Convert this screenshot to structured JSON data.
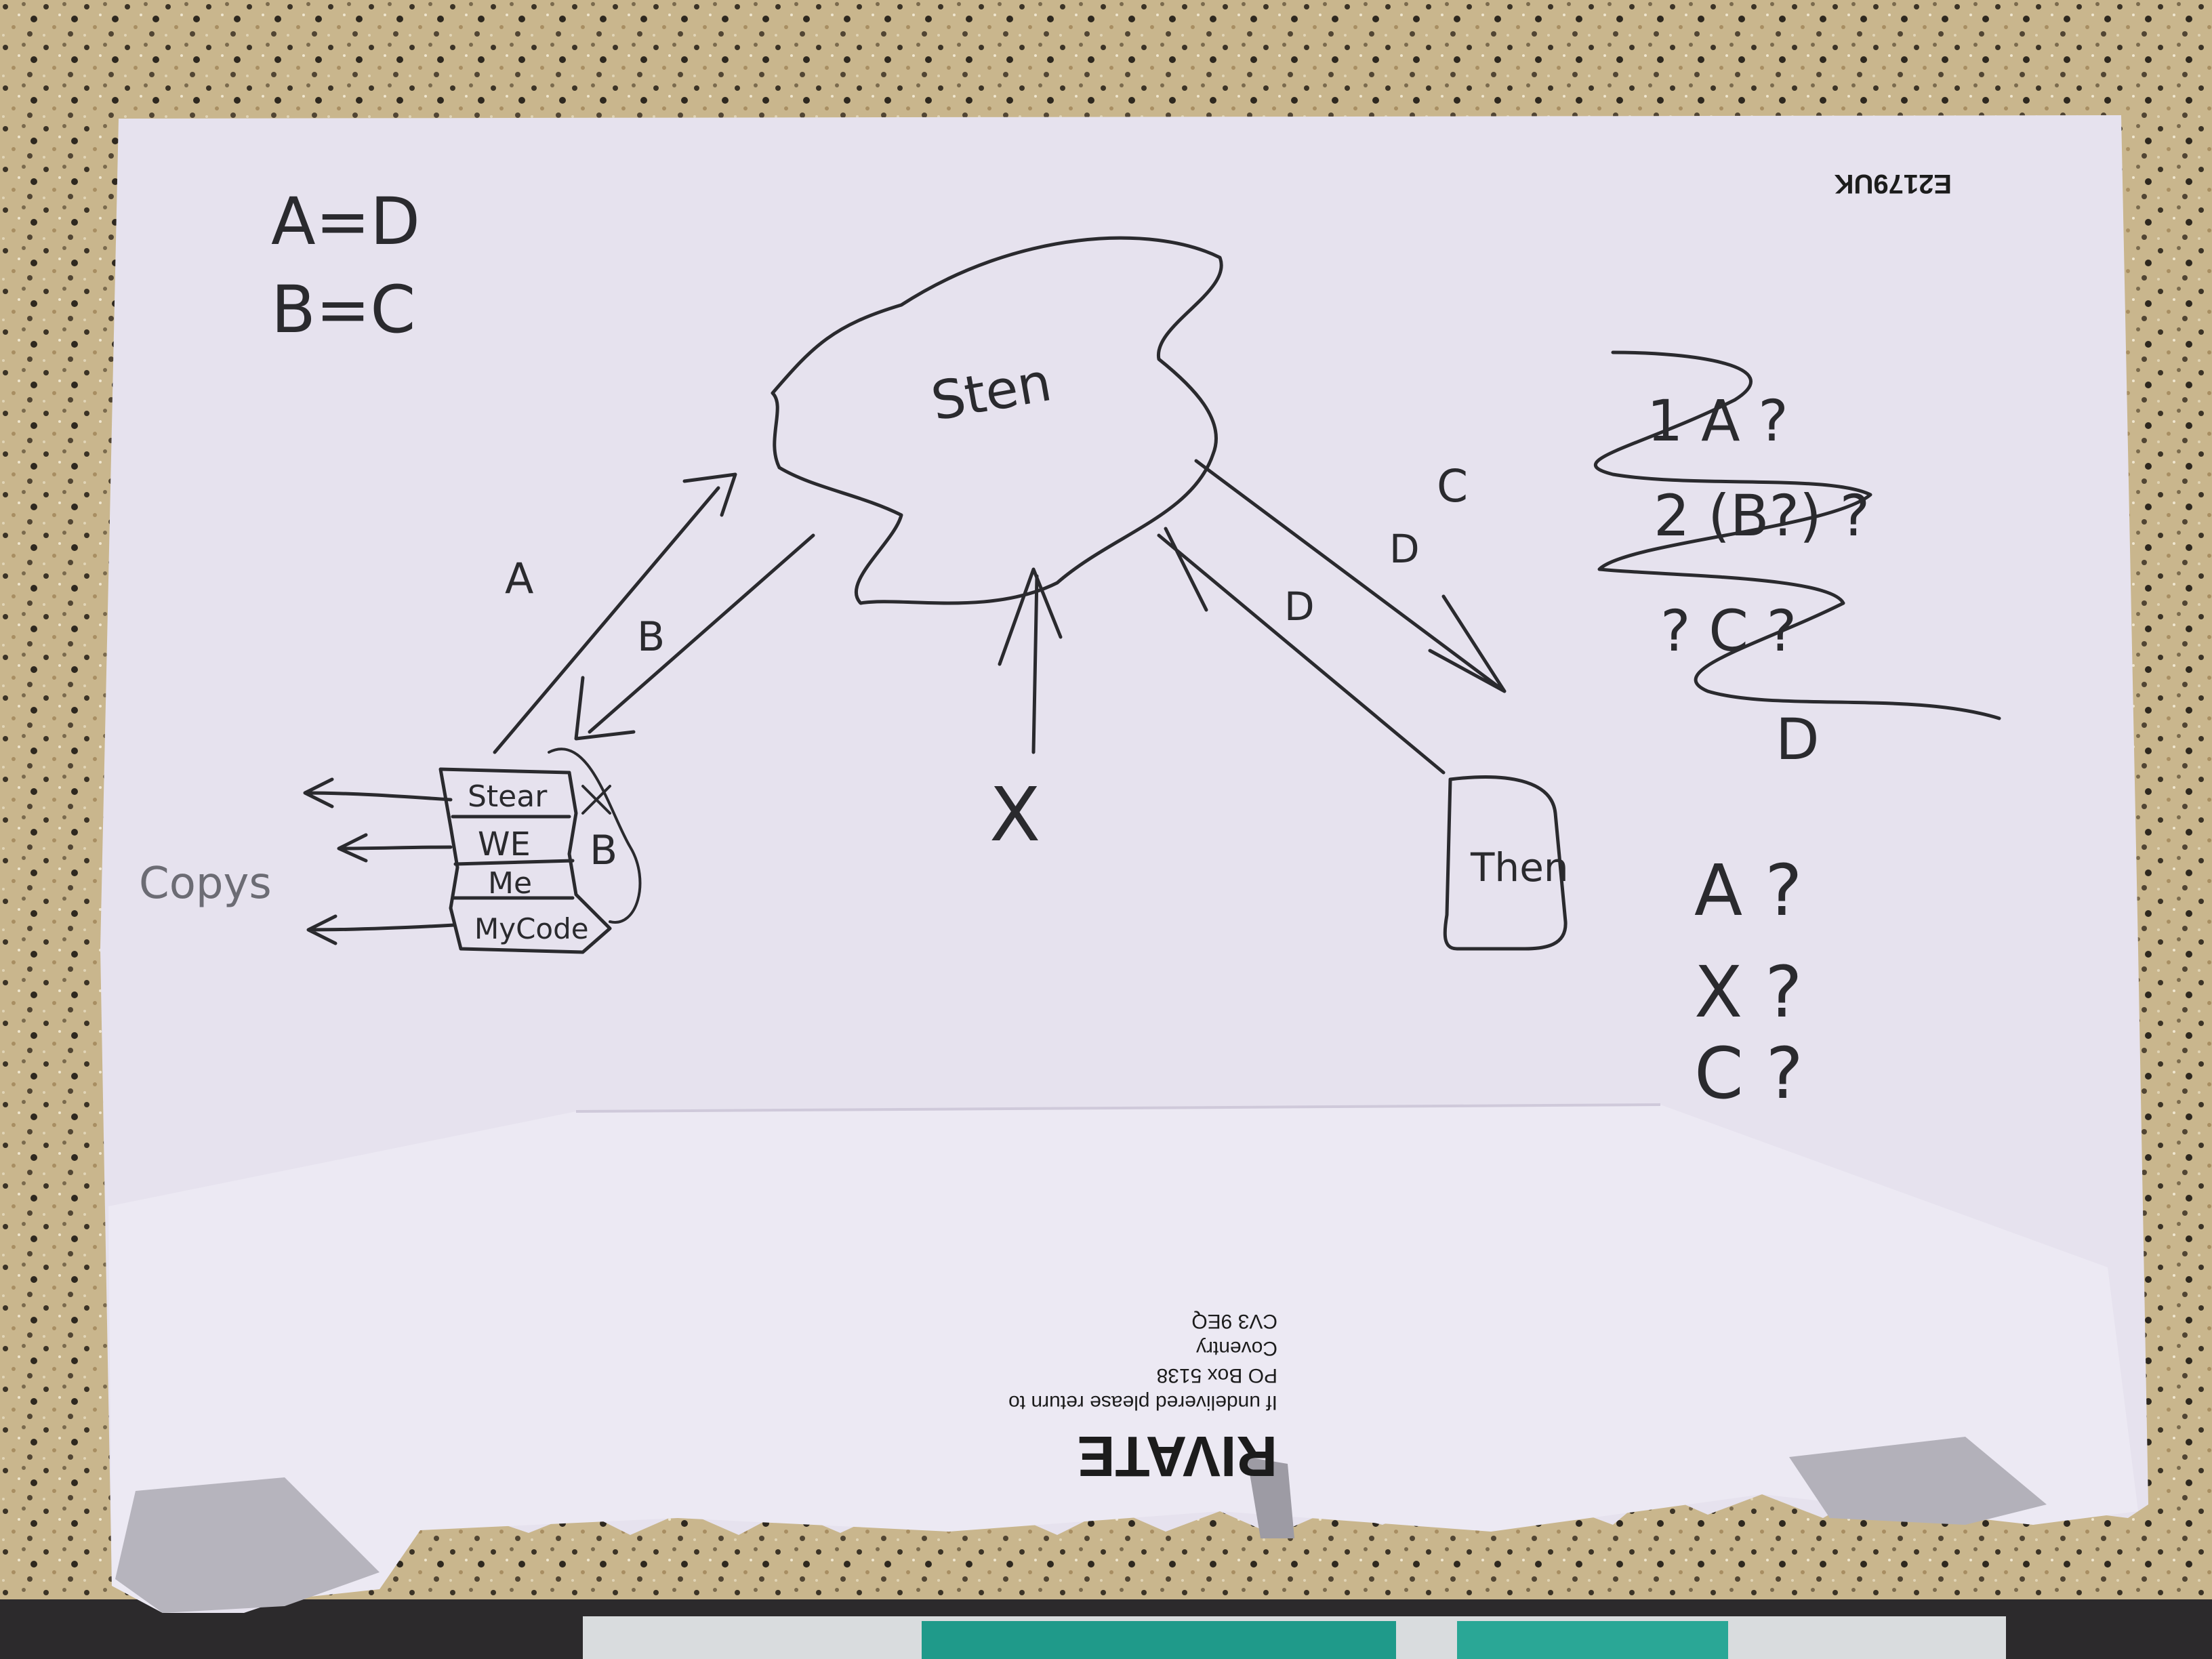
{
  "colors": {
    "countertop": "#c8b58c",
    "paper": "#e6e2ee",
    "paper_flap": "#ece9f3",
    "ink": "#2a2a2e",
    "cloth_stripe": "#1f9a8a"
  },
  "sketch": {
    "legend": [
      "A=D",
      "B=C"
    ],
    "cloud_label": "Sten",
    "arrow_labels": {
      "a": "A",
      "b": "B",
      "c": "C",
      "d_upper": "D",
      "d_lower": "D"
    },
    "x_mark": "X",
    "stack": {
      "rows": [
        "Stear",
        "WE",
        "Me",
        "MyCode"
      ],
      "side_mark": "B",
      "copies_label": "Copys"
    },
    "then_box": "Then",
    "questions_crossed": [
      "1  A ?",
      "2  (B?) ?",
      "? C ?",
      "D"
    ],
    "questions": [
      "A ?",
      "X ?",
      "C ?"
    ]
  },
  "envelope": {
    "code": "E2179UK",
    "return_lines": [
      "If undelivered please return to",
      "PO Box 5138",
      "Coventry",
      "CV3 9EQ"
    ],
    "stamp": "RIVATE"
  }
}
